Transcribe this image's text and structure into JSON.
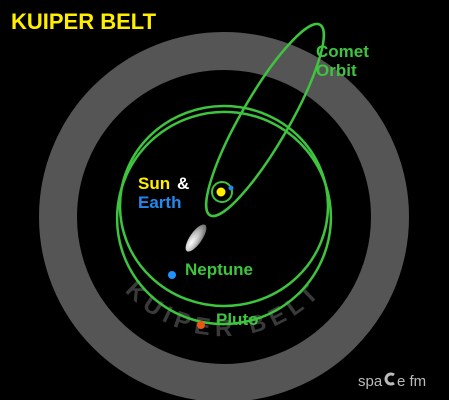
{
  "title": "KUIPER BELT",
  "ring_label": "KUIPER BELT",
  "labels": {
    "comet_line1": "Comet",
    "comet_line2": "Orbit",
    "sun": "Sun",
    "ampersand": "&",
    "earth": "Earth",
    "neptune": "Neptune",
    "pluto": "Pluto"
  },
  "branding": {
    "prefix": "spa",
    "suffix": "e fm"
  },
  "colors": {
    "background": "#000000",
    "title": "#ffee00",
    "ring": "#555555",
    "orbit": "#3ec43e",
    "sun": "#ffee00",
    "earth": "#2288ee",
    "neptune": "#1e90ff",
    "pluto": "#ee5511",
    "ring_text": "#3a3a3a",
    "branding": "#bbbbbb"
  }
}
